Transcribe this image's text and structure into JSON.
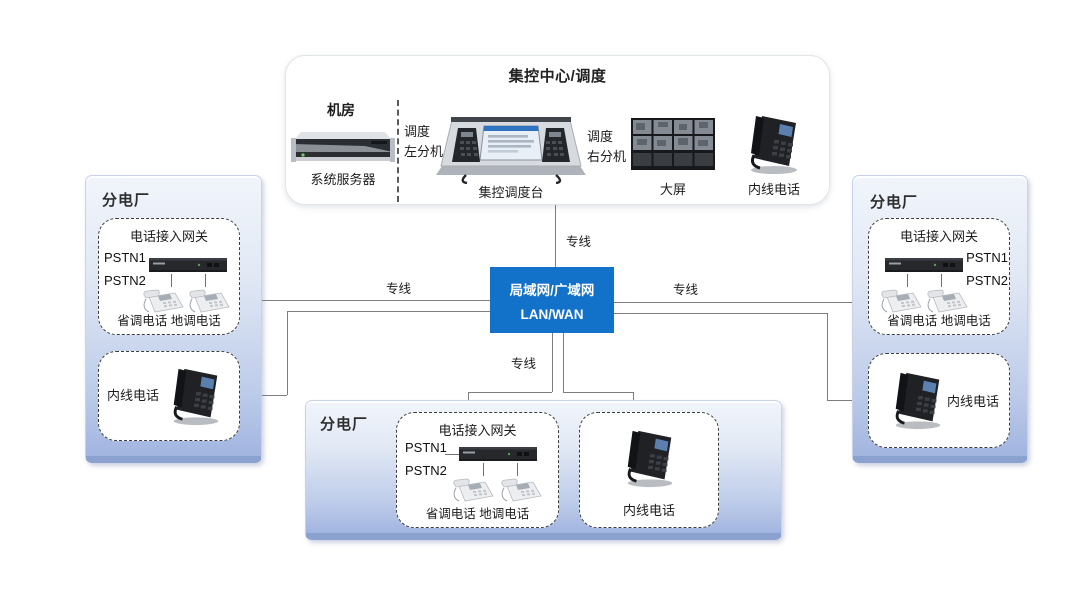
{
  "control_center": {
    "title": "集控中心/调度",
    "room_label": "机房",
    "server_label": "系统服务器",
    "left_ext": {
      "line1": "调度",
      "line2": "左分机"
    },
    "console_label": "集控调度台",
    "right_ext": {
      "line1": "调度",
      "line2": "右分机"
    },
    "big_screen_label": "大屏",
    "phone_label": "内线电话"
  },
  "network": {
    "line1": "局域网/广域网",
    "line2": "LAN/WAN"
  },
  "links": {
    "top": "专线",
    "left": "专线",
    "right": "专线",
    "bottom": "专线"
  },
  "plants": {
    "left": {
      "title": "分电厂",
      "gateway_label": "电话接入网关",
      "pstn1": "PSTN1",
      "pstn2": "PSTN2",
      "phones_label": "省调电话 地调电话",
      "internal_label": "内线电话"
    },
    "right": {
      "title": "分电厂",
      "gateway_label": "电话接入网关",
      "pstn1": "PSTN1",
      "pstn2": "PSTN2",
      "phones_label": "省调电话 地调电话",
      "internal_label": "内线电话"
    },
    "bottom": {
      "title": "分电厂",
      "gateway_label": "电话接入网关",
      "pstn1": "PSTN1",
      "pstn2": "PSTN2",
      "phones_label": "省调电话 地调电话",
      "internal_label": "内线电话"
    }
  },
  "colors": {
    "lan_box_blue": "#1271c9",
    "panel_gradient_top": "#f1f5fb",
    "panel_gradient_bottom": "#a2b5e0",
    "connector_line": "#7d7d7d"
  }
}
